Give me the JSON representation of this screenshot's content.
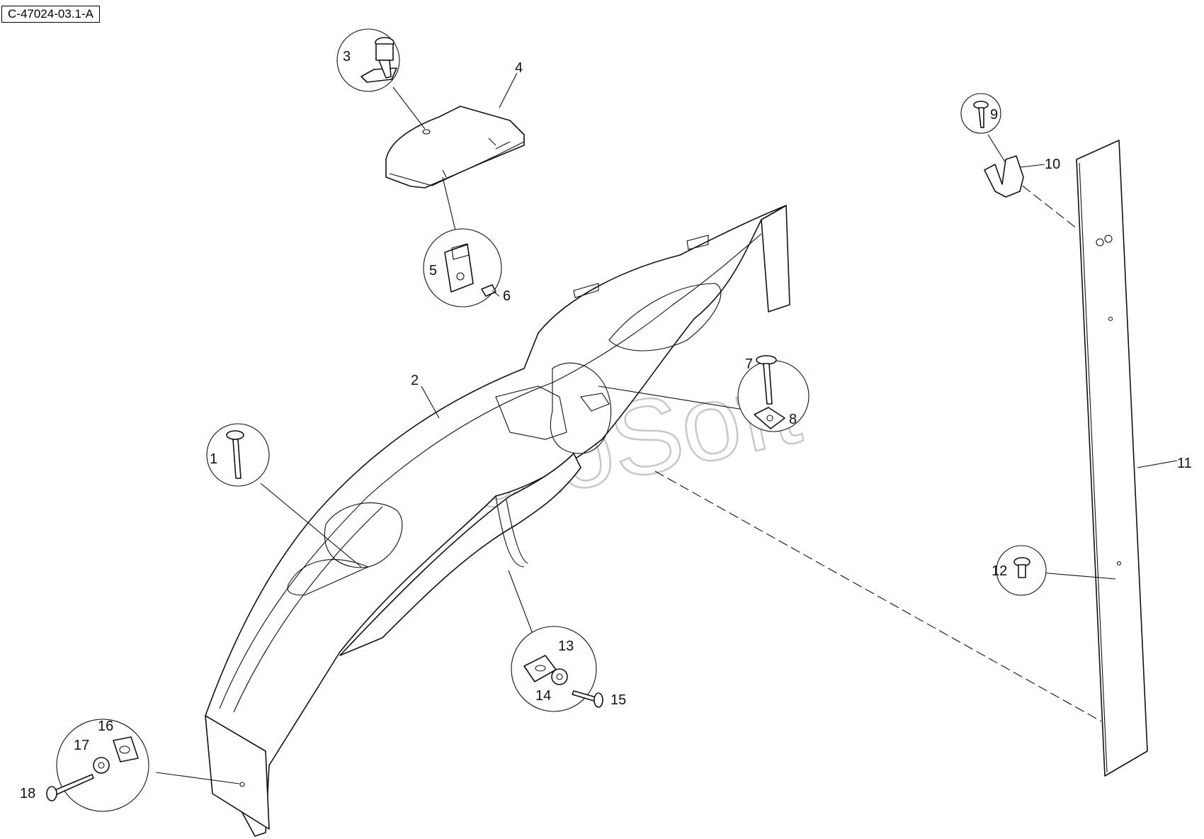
{
  "reference_code": "C-47024-03.1-A",
  "watermark": "AutoSoft",
  "callouts": {
    "c1": "1",
    "c2": "2",
    "c3": "3",
    "c4": "4",
    "c5": "5",
    "c6": "6",
    "c7": "7",
    "c8": "8",
    "c9": "9",
    "c10": "10",
    "c11": "11",
    "c12": "12",
    "c13": "13",
    "c14": "14",
    "c15": "15",
    "c16": "16",
    "c17": "17",
    "c18": "18"
  }
}
